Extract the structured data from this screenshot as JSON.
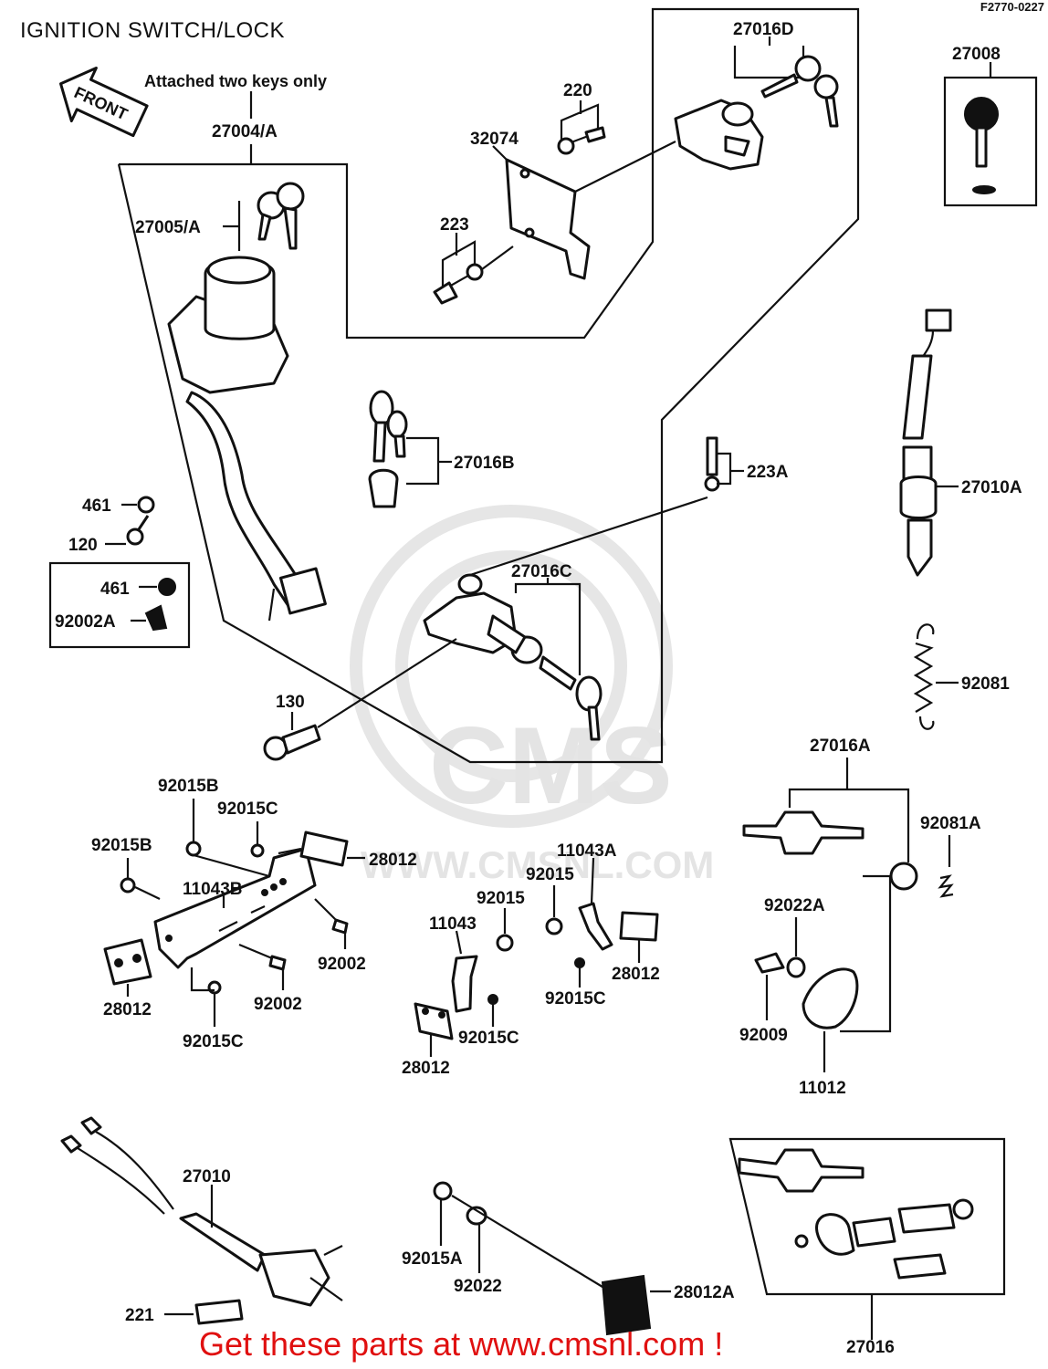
{
  "title": "IGNITION SWITCH/LOCK",
  "drawing_code": "F2770-0227",
  "front_label": "FRONT",
  "note": "Attached two keys only",
  "watermark": {
    "brand": "CMS",
    "url": "WWW.CMSNL.COM"
  },
  "footer": "Get these parts at www.cmsnl.com !",
  "labels": {
    "p27004A": "27004/A",
    "p27005A": "27005/A",
    "p461a": "461",
    "p120": "120",
    "p461b": "461",
    "p92002A": "92002A",
    "p220": "220",
    "p32074": "32074",
    "p223": "223",
    "p27016D": "27016D",
    "p27008": "27008",
    "p27016B": "27016B",
    "p223A": "223A",
    "p27010A": "27010A",
    "p27016C": "27016C",
    "p130": "130",
    "p92081": "92081",
    "p27016A": "27016A",
    "p92081A": "92081A",
    "p92015Ba": "92015B",
    "p92015Ca": "92015C",
    "p92015Bb": "92015B",
    "p28012a": "28012",
    "p11043B": "11043B",
    "p92002a": "92002",
    "p92002b": "92002",
    "p28012b": "28012",
    "p92015Cb": "92015C",
    "p11043A": "11043A",
    "p92015a": "92015",
    "p92015b": "92015",
    "p11043": "11043",
    "p28012c": "28012",
    "p92015Cc": "92015C",
    "p92015Cd": "92015C",
    "p28012d": "28012",
    "p92022A": "92022A",
    "p92009": "92009",
    "p11012": "11012",
    "p27010": "27010",
    "p221": "221",
    "p92015A": "92015A",
    "p92022": "92022",
    "p28012A": "28012A",
    "p27016": "27016"
  }
}
